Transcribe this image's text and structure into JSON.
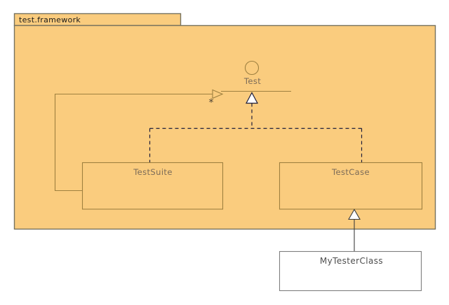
{
  "package": {
    "name": "test.framework"
  },
  "interface": {
    "name": "Test"
  },
  "classes": {
    "test_suite": {
      "name": "TestSuite"
    },
    "test_case": {
      "name": "TestCase"
    },
    "my_tester_class": {
      "name": "MyTesterClass"
    }
  },
  "association": {
    "multiplicity": "*"
  },
  "colors": {
    "canvas_background": "#FFFFFF",
    "package_fill": "#FACC7E",
    "package_border": "#76725E",
    "package_tab_text": "#1A1A1A",
    "element_stroke": "#9E8040",
    "element_text": "#7B6B58",
    "multiplicity_text": "#4D4233",
    "realization_stroke": "#1D1D3A",
    "generalization_stroke": "#3C3C3C",
    "external_class_fill": "#FFFFFF",
    "external_class_border": "#7F7F7F",
    "external_class_text": "#4D4D4D"
  }
}
